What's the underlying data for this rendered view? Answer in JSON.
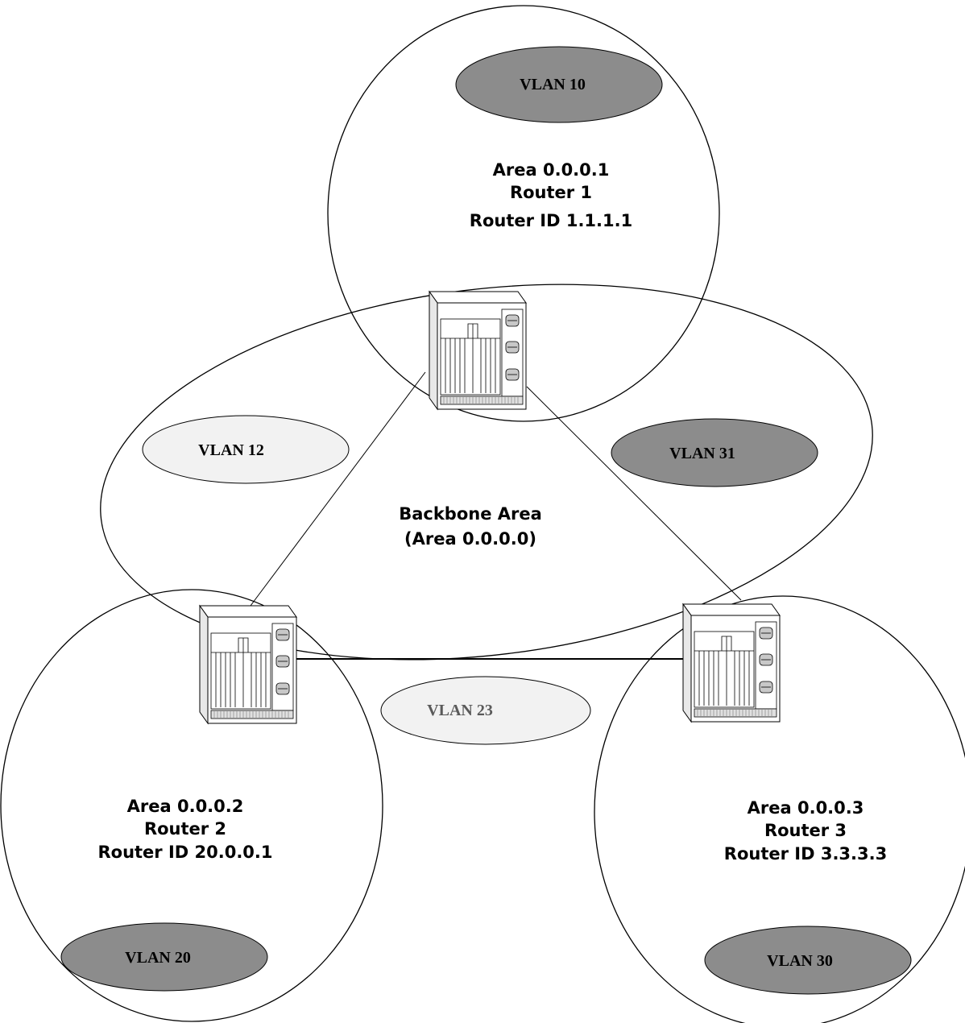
{
  "colors": {
    "vlan_dark": "#8c8c8c",
    "vlan_light": "#f2f2f2",
    "vlan_text_dark": "#000000",
    "vlan_text_light": "#5a5a5a",
    "outline": "#000000"
  },
  "areas": {
    "area1": {
      "line1": "Area 0.0.0.1",
      "line2": "Router 1",
      "line3": "Router ID 1.1.1.1"
    },
    "backbone": {
      "line1": "Backbone Area",
      "line2": "(Area 0.0.0.0)"
    },
    "area2": {
      "line1": "Area 0.0.0.2",
      "line2": "Router 2",
      "line3": "Router ID 20.0.0.1"
    },
    "area3": {
      "line1": "Area 0.0.0.3",
      "line2": "Router 3",
      "line3": "Router ID 3.3.3.3"
    }
  },
  "vlans": {
    "v10": "VLAN 10",
    "v12": "VLAN 12",
    "v31": "VLAN 31",
    "v23": "VLAN 23",
    "v20": "VLAN 20",
    "v30": "VLAN 30"
  },
  "devices": {
    "router1": "router-chassis-icon",
    "router2": "router-chassis-icon",
    "router3": "router-chassis-icon"
  }
}
